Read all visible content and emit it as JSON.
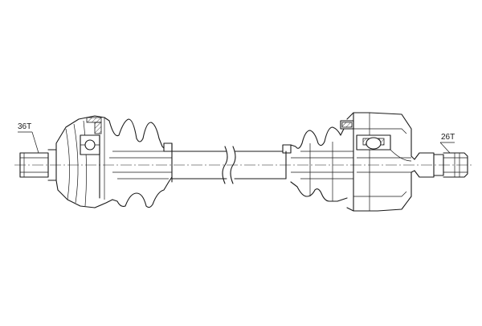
{
  "diagram": {
    "type": "technical-drawing",
    "colors": {
      "line": "#1a1a1a",
      "background": "#ffffff"
    },
    "labels": {
      "left_spline": "36T",
      "right_spline": "26T"
    }
  }
}
